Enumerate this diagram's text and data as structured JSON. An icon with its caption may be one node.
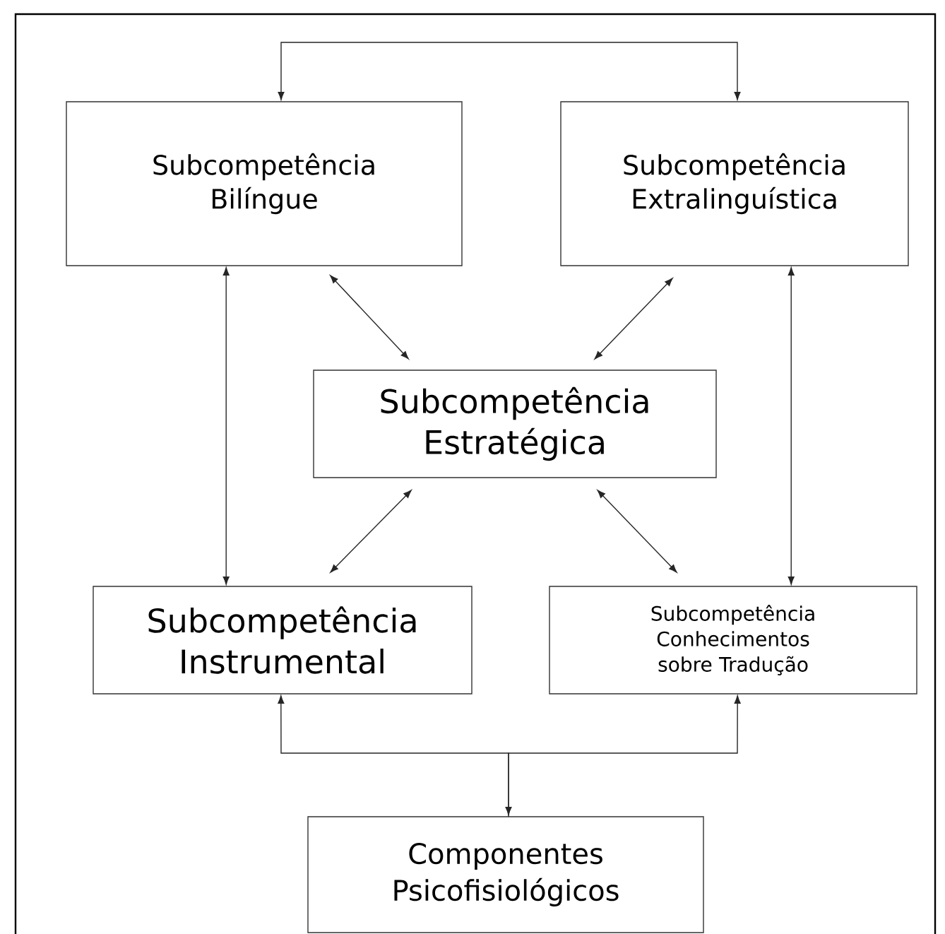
{
  "diagram": {
    "nodes": [
      {
        "text": [
          "Subcompetência Bilíngue"
        ]
      },
      {
        "text": [
          "Subcompetência Extralinguística"
        ]
      },
      {
        "text": [
          "Subcompetência Estratégica"
        ]
      },
      {
        "text": [
          "Subcompetência Instrumental"
        ]
      },
      {
        "text": [
          "Subcompetência Conhecimentos sobre Tradução"
        ]
      },
      {
        "text": [
          "Componentes Psicofisiológicos"
        ]
      }
    ],
    "edges": [
      {
        "from": 0,
        "to": 1,
        "arrow": "both"
      },
      {
        "from": 0,
        "to": 3,
        "arrow": "both"
      },
      {
        "from": 1,
        "to": 4,
        "arrow": "both"
      },
      {
        "from": 0,
        "to": 2,
        "arrow": "both"
      },
      {
        "from": 1,
        "to": 2,
        "arrow": "both"
      },
      {
        "from": 2,
        "to": 3,
        "arrow": "both"
      },
      {
        "from": 2,
        "to": 4,
        "arrow": "both"
      },
      {
        "from": 5,
        "to": 3,
        "arrow": "both"
      },
      {
        "from": 5,
        "to": 4,
        "arrow": "to"
      }
    ]
  }
}
